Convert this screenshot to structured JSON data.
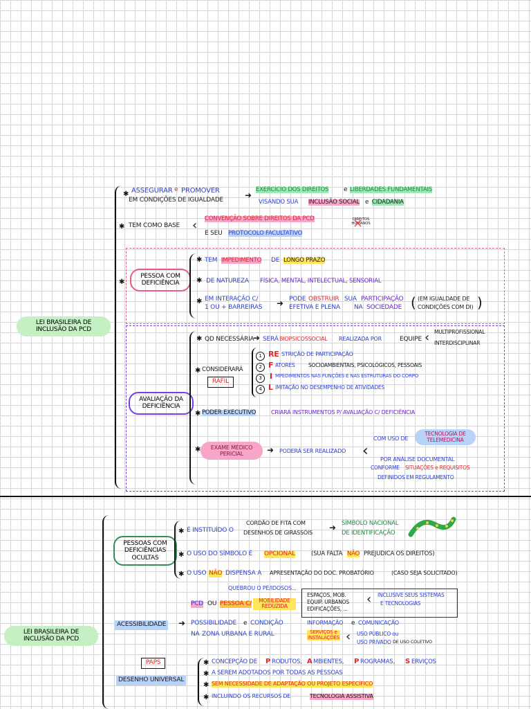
{
  "s1": {
    "root": "LEI BRASILEIRA DE INCLUSÃO DA PCD",
    "n1": {
      "a": "ASSEGURAR",
      "e": "e",
      "b": "PROMOVER",
      "c": "EM CONDIÇÕES DE IGUALDADE",
      "d1": "EXERCÍCIO DOS DIREITOS",
      "d2": "e",
      "d3": "LIBERDADES FUNDAMENTAIS",
      "e1": "VISANDO SUA",
      "e2": "INCLUSÃO SOCIAL",
      "e3": "e",
      "e4": "CIDADANIA"
    },
    "n2": {
      "label": "TEM COMO BASE",
      "a": "CONVENÇÃO SOBRE DIREITOS DA PCD",
      "b1": "E SEU",
      "b2": "PROTOCOLO FACULTATIVO",
      "c": "DIREITOS HUMANOS"
    },
    "n3": {
      "label": "PESSOA COM DEFICIÊNCIA",
      "a1": "TEM",
      "a2": "IMPEDIMENTO",
      "a3": "DE",
      "a4": "LONGO PRAZO",
      "b1": "DE NATUREZA",
      "b2": "FÍSICA, MENTAL, INTELECTUAL, SENSORIAL",
      "c1": "EM INTERAÇÃO C/",
      "c2": "1 OU + BARREIRAS",
      "d1": "PODE",
      "d2": "OBSTRUIR",
      "d3": "SUA",
      "d4": "PARTICIPAÇÃO",
      "d5": "EFETIVA E PLENA",
      "d6": "NA",
      "d7": "SOCIEDADE",
      "e1": "(EM IGUALDADE DE",
      "e2": "CONDIÇÕES COM DI)"
    },
    "n4": {
      "label": "AVALIAÇÃO DA DEFICIÊNCIA",
      "a1": "QD NECESSÁRIA",
      "a2": "SERÁ",
      "a3": "BIOPSICOSSOCIAL",
      "a4": "REALIZADA POR",
      "a5": "EQUIPE",
      "a6": "MULTIPROFISSIONAL",
      "a7": "INTERDISCIPLINAR",
      "b1": "CONSIDERARÁ",
      "b2": "RAFIL",
      "l1": "RE",
      "l1b": "STRIÇÃO DE PARTICIPAÇÃO",
      "l2": "F",
      "l2b": "ATORES",
      "l2c": "SOCIOAMBIENTAIS, PSICOLÓGICOS, PESSOAIS",
      "l3": "I",
      "l3b": "MPEDIMENTOS NAS FUNÇÕES E NAS ESTRUTURAS DO CORPO",
      "l4": "L",
      "l4b": "IMITAÇÃO NO DESEMPENHO DE ATIVIDADES",
      "c1": "PODER EXECUTIVO",
      "c2": "CRIARÁ INSTRUMENTOS P/ AVALIAÇÃO C/ DEFICIÊNCIA",
      "d1": "EXAME MÉDICO PERICIAL",
      "d2": "PODERÁ SER REALIZADO",
      "d3": "COM USO DE",
      "d4": "TECNOLOGIA DE TELEMEDICINA",
      "d5": "POR ANÁLISE DOCUMENTAL",
      "d6": "CONFORME",
      "d7": "SITUAÇÕES e REQUISITOS",
      "d8": "DEFINIDOS EM REGULAMENTO"
    }
  },
  "s2": {
    "root": "LEI BRASILEIRA DE INCLUSÃO DA PCD",
    "n1": {
      "label": "PESSOAS COM DEFICIÊNCIAS OCULTAS",
      "a1": "É INSTITUÍDO O",
      "a2": "CORDÃO DE FITA COM",
      "a3": "DESENHOS DE GIRASSÓIS",
      "a4": "SÍMBOLO NACIONAL",
      "a5": "DE IDENTIFICAÇÃO",
      "b1": "O USO DO SÍMBOLO É",
      "b2": "OPCIONAL",
      "b3": "(SUA FALTA",
      "b4": "NÃO",
      "b5": "PREJUDICA OS DIREITOS)",
      "c1": "O USO",
      "c2": "NÃO",
      "c3": "DISPENSA A",
      "c4": "APRESENTAÇÃO DO DOC. PROBATÓRIO",
      "c5": "(CASO SEJA SOLICITADO)"
    },
    "n2": {
      "label": "ACESSIBILIDADE",
      "a1": "QUEBROU O PÉ/IDOSOS...",
      "a2": "PCD",
      "a3": "OU",
      "a4": "PESSOA C/",
      "a5": "MOBILIDADE REDUZIDA",
      "b1": "POSSIBILIDADE",
      "b2": "e",
      "b3": "CONDIÇÃO",
      "b4": "NA",
      "b5": "ZONA URBANA E RURAL",
      "c1": "ESPAÇOS, MOB.",
      "c2": "EQUIP. URBANOS",
      "c3": "EDIFICAÇÕES, ...",
      "c4": "INCLUSIVE SEUS SISTEMAS",
      "c5": "E TECNOLOGIAS",
      "c6": "INFORMAÇÃO",
      "c7": "e",
      "c8": "COMUNICAÇÃO",
      "c9": "SERVIÇOS e INSTALAÇÕES",
      "c10": "USO PÚBLICO ou",
      "c11": "USO PRIVADO",
      "c12": "DE USO COLETIVO"
    },
    "n3": {
      "label": "DESENHO UNIVERSAL",
      "tag": "PAPS",
      "a1": "CONCEPÇÃO DE",
      "a2": "P",
      "a3": "RODUTOS,",
      "a4": "A",
      "a5": "MBIENTES,",
      "a6": "P",
      "a7": "ROGRAMAS,",
      "a8": "S",
      "a9": "ERVIÇOS",
      "b1": "A SEREM ADOTADOS POR TODAS AS PESSOAS",
      "c1": "SEM NECESSIDADE DE ADAPTAÇÃO OU PROJETO ESPECÍFICO",
      "d1": "INCLUINDO OS RECURSOS DE",
      "d2": "TECNOLOGIA ASSISTIVA"
    }
  }
}
